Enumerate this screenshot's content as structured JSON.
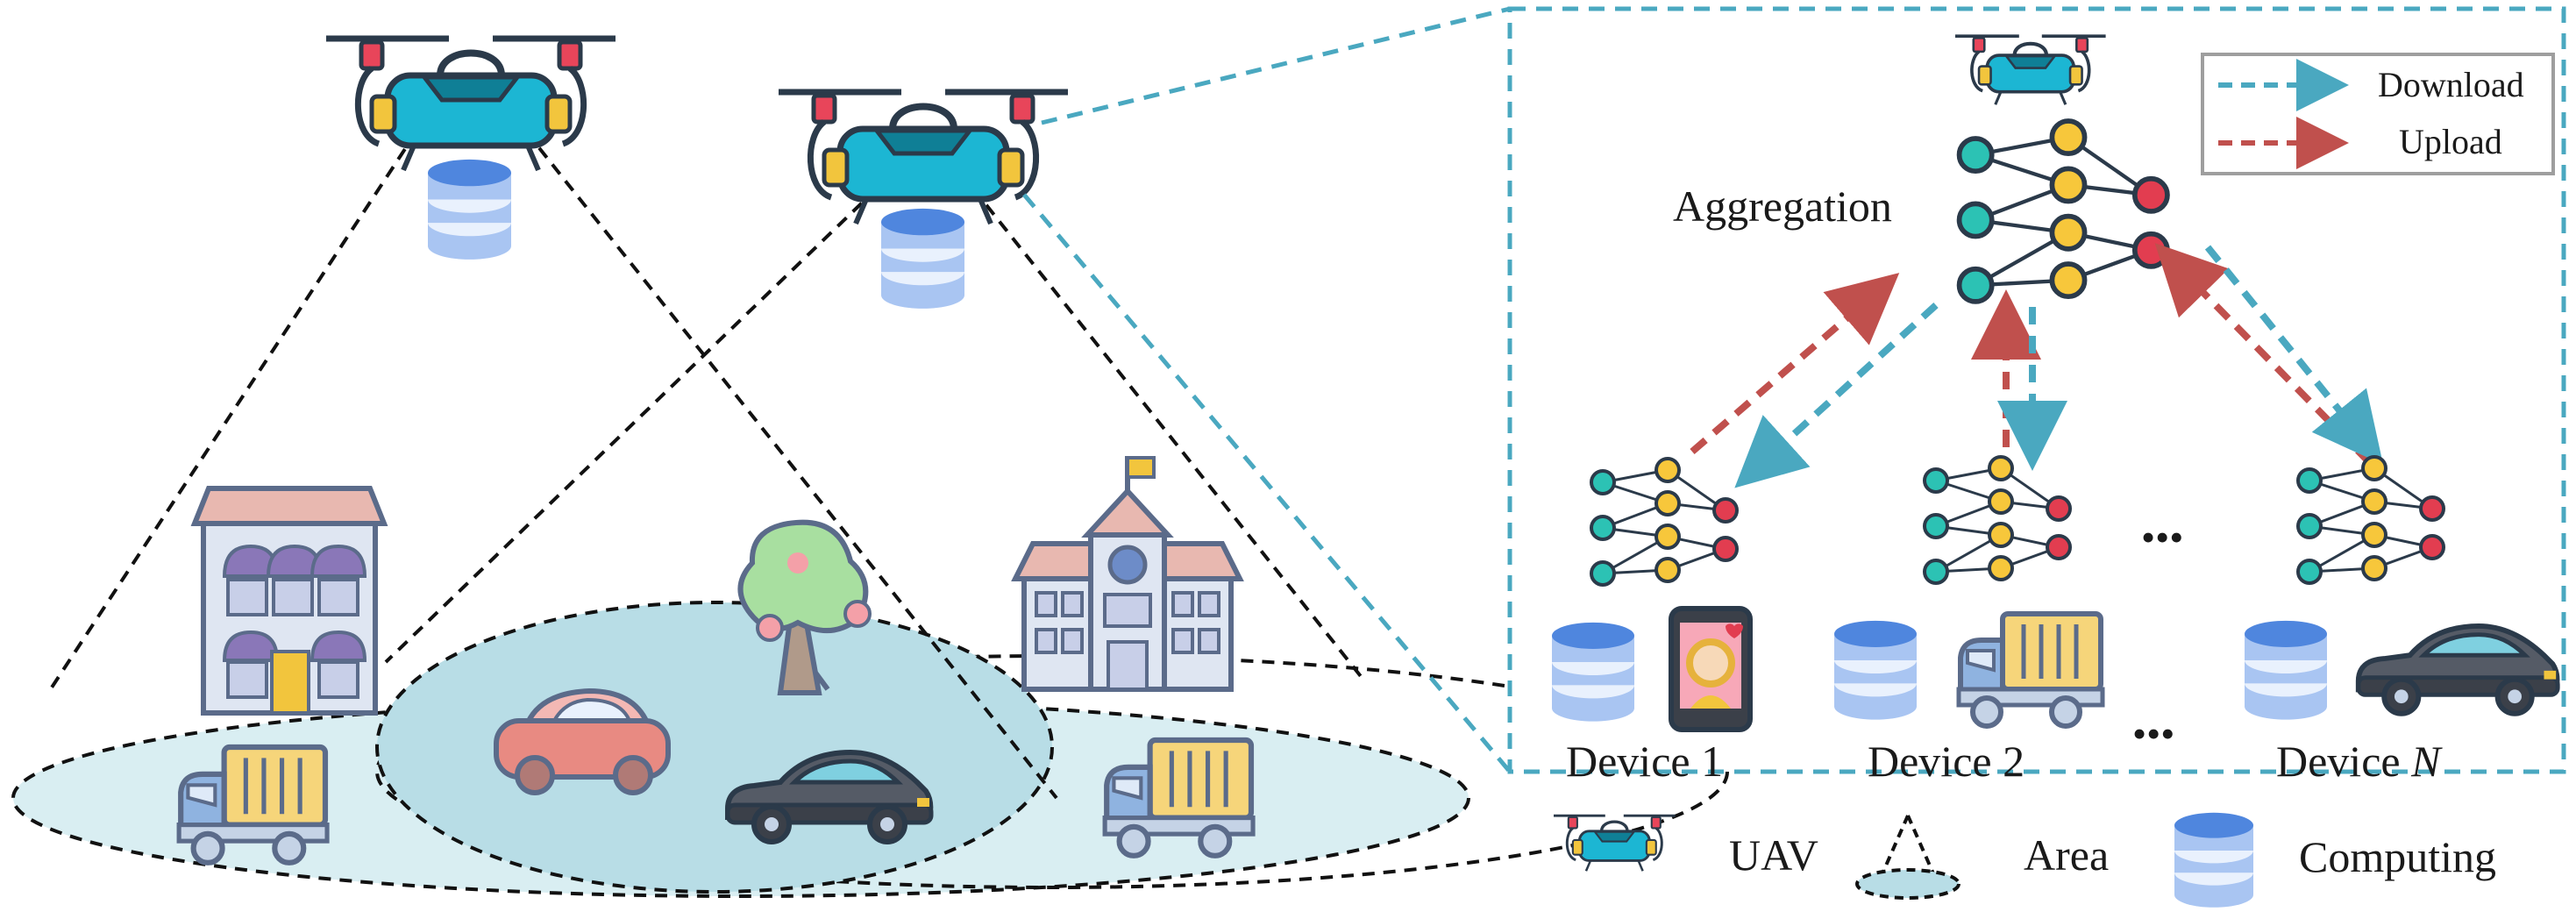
{
  "inset": {
    "aggregation_label": "Aggregation",
    "legend": {
      "download_label": "Download",
      "upload_label": "Upload",
      "download_color": "#4aa8c0",
      "upload_color": "#c0504d"
    },
    "devices": [
      {
        "prefix": "Device",
        "suffix": "1"
      },
      {
        "prefix": "Device",
        "suffix": "2"
      },
      {
        "prefix": "Device",
        "suffix": "N"
      }
    ],
    "ellipsis": "•••"
  },
  "bottom_legend": {
    "uav_label": "UAV",
    "area_label": "Area",
    "computing_label": "Computing"
  },
  "colors": {
    "uav_body": "#1cb6d3",
    "uav_dark": "#2b3a4a",
    "prop_red": "#e8455a",
    "bracket_yellow": "#f2c53d",
    "db_blue": "#6a9ce8",
    "area_fill": "#d9eef2",
    "area_inner": "#b8dde6",
    "node_teal": "#2cc2b4",
    "node_yellow": "#f7c73b",
    "node_red": "#e23d50",
    "inset_border": "#4aa8c0"
  }
}
